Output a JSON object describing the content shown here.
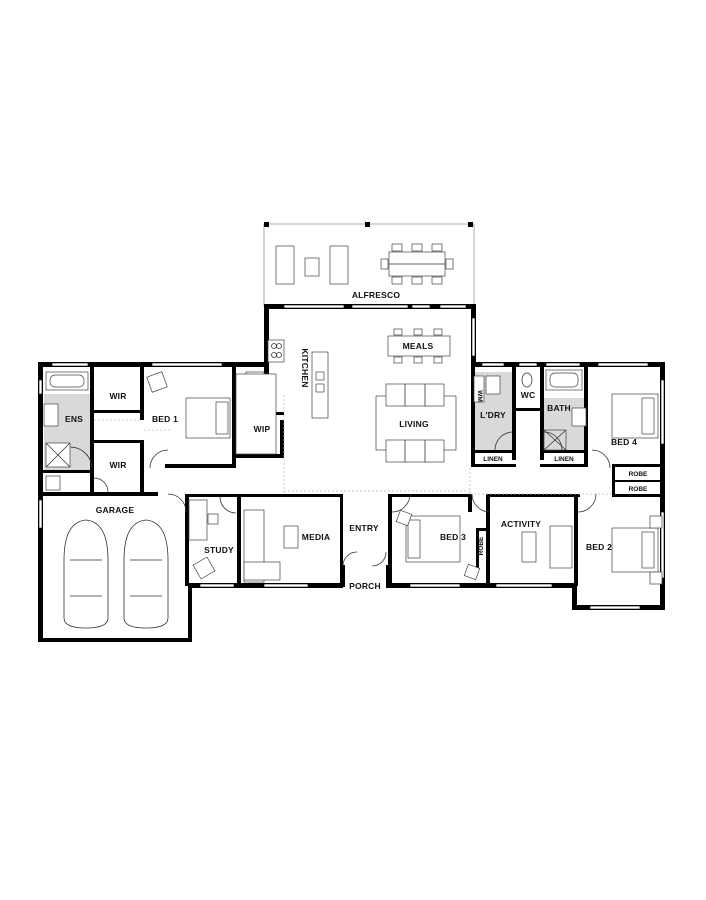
{
  "rooms": {
    "alfresco": "ALFRESCO",
    "meals": "MEALS",
    "kitchen": "KITCHEN",
    "living": "LIVING",
    "wip": "WIP",
    "ens": "ENS",
    "wir1": "WIR",
    "wir2": "WIR",
    "bed1": "BED 1",
    "garage": "GARAGE",
    "study": "STUDY",
    "media": "MEDIA",
    "entry": "ENTRY",
    "porch": "PORCH",
    "bed3": "BED 3",
    "robe_bed3": "ROBE",
    "activity": "ACTIVITY",
    "ldry": "L'DRY",
    "wm": "WM",
    "linen1": "LINEN",
    "wc": "WC",
    "bath": "BATH",
    "linen2": "LINEN",
    "bed4": "BED 4",
    "robe1": "ROBE",
    "robe2": "ROBE",
    "bed2": "BED 2"
  }
}
